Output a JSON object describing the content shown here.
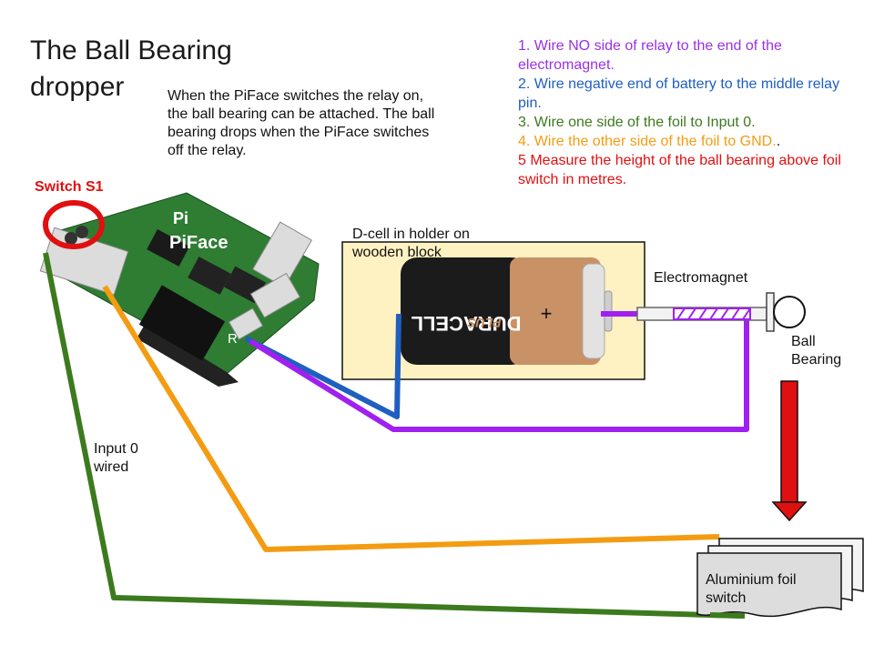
{
  "title": "The Ball Bearing dropper",
  "intro": "When the PiFace switches the relay on, the ball bearing can be attached. The ball bearing drops when the PiFace switches off the relay.",
  "steps": [
    {
      "text": "1. Wire NO side of relay to the end of the electromagnet.",
      "color": "#9b30e8"
    },
    {
      "text": "2. Wire negative end of battery to the middle relay pin.",
      "color": "#1f5fbf"
    },
    {
      "text": "3. Wire one side of the foil to Input 0.",
      "color": "#3c7a1e"
    },
    {
      "text": "4. Wire the other side of the foil to GND.",
      "color": "#f39c12",
      "suffix": ".",
      "suffix_color": "#111111"
    },
    {
      "text": "5 Measure the height of the ball bearing above foil switch in metres.",
      "color": "#e01010"
    }
  ],
  "labels": {
    "switch_s1": "Switch S1",
    "piface": "PiFace",
    "pi_logo": "Pi",
    "relay_marker": "R",
    "dcell": "D-cell in holder on wooden block",
    "battery_brand": "DURACELL",
    "battery_sub": "PLUS",
    "battery_plus": "+",
    "electromagnet": "Electromagnet",
    "ball_bearing": "Ball Bearing",
    "input0": "Input 0 wired",
    "foil": "Aluminium foil switch"
  },
  "colors": {
    "wire_green": "#3c7a1e",
    "wire_orange": "#f39c12",
    "wire_blue": "#1f5fbf",
    "wire_purple": "#a020f0",
    "arrow_red": "#e01010",
    "block_fill": "#fff2c2",
    "board_green": "#2e7d32"
  }
}
